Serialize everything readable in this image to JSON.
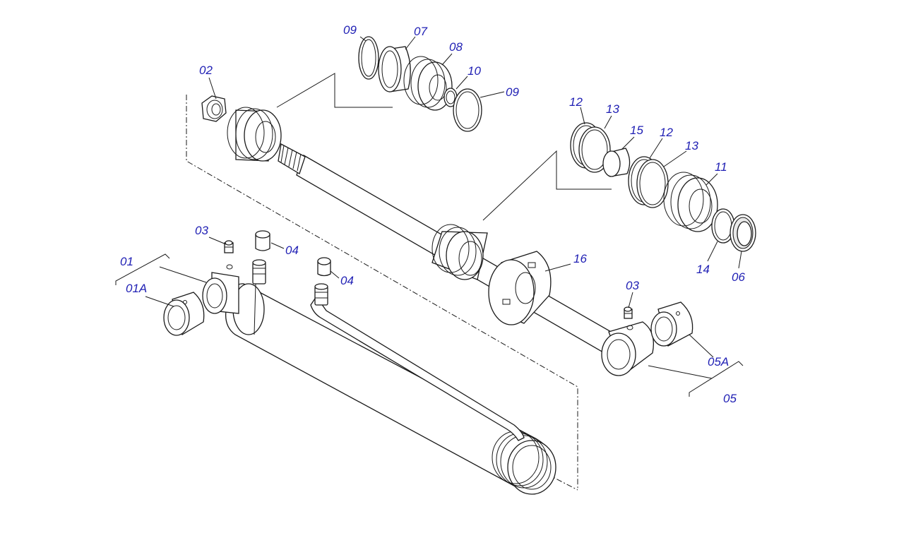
{
  "diagram": {
    "type": "exploded parts view",
    "label_color": "#1f1fb4",
    "line_color": "#1a1a1a",
    "background": "#ffffff",
    "labels": {
      "p02": "02",
      "p09a": "09",
      "p07": "07",
      "p08": "08",
      "p10": "10",
      "p09b": "09",
      "p12a": "12",
      "p13a": "13",
      "p15": "15",
      "p12b": "12",
      "p13b": "13",
      "p11": "11",
      "p14": "14",
      "p06": "06",
      "p16": "16",
      "p03a": "03",
      "p04a": "04",
      "p04b": "04",
      "p01": "01",
      "p01a": "01A",
      "p03b": "03",
      "p05a": "05A",
      "p05": "05"
    }
  }
}
